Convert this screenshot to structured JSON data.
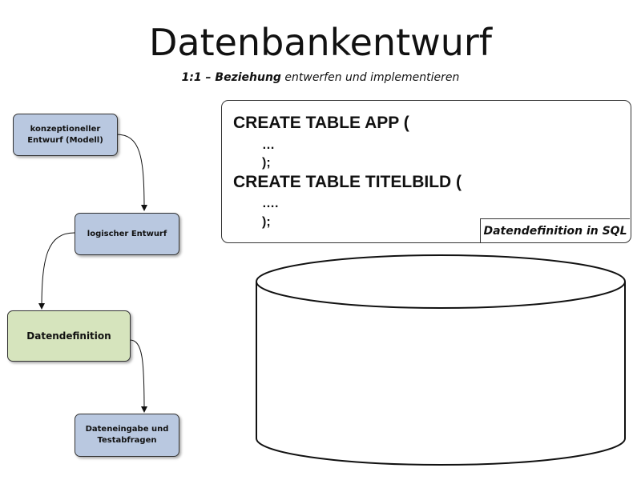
{
  "title": "Datenbankentwurf",
  "subtitle": {
    "bold_part": "1:1 – Beziehung",
    "rest": " entwerfen und implementieren"
  },
  "steps": {
    "konzeptionell_line1": "konzeptioneller",
    "konzeptionell_line2": "Entwurf (Modell)",
    "logisch": "logischer Entwurf",
    "datendefinition": "Datendefinition",
    "dateneingabe_line1": "Dateneingabe und",
    "dateneingabe_line2": "Testabfragen"
  },
  "sql": {
    "line1": "CREATE TABLE APP (",
    "line2": "…",
    "line3": ");",
    "line4": "CREATE TABLE TITELBILD (",
    "line5": "….",
    "line6": ");",
    "label": "Datendefinition in SQL"
  }
}
